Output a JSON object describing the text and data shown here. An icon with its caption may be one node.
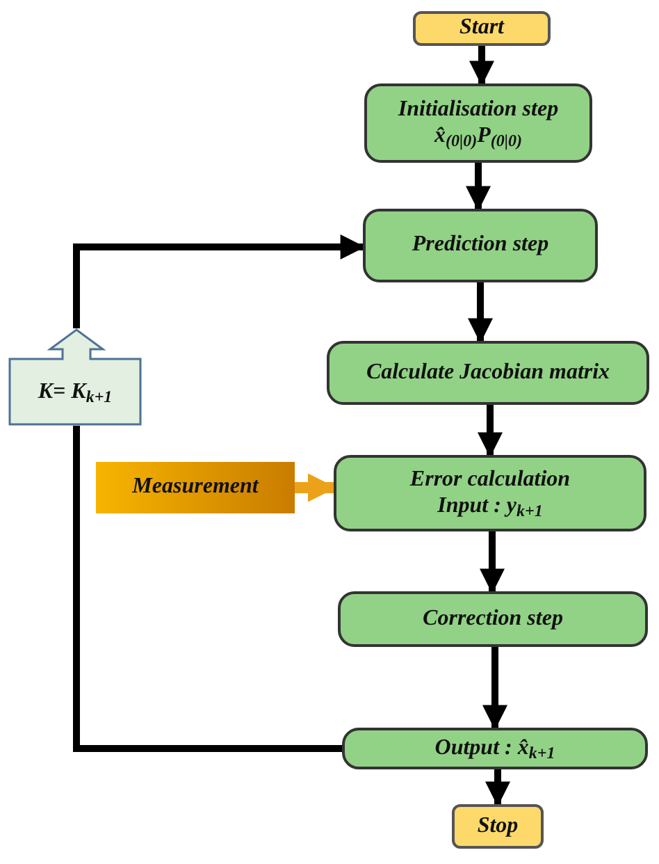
{
  "diagram": {
    "nodes": [
      {
        "text": [
          "Start"
        ]
      },
      {
        "text": [
          "Initialisation step",
          "x̂$_{(0|0)}$P$_{(0|0)}$"
        ]
      },
      {
        "text": [
          "Prediction step"
        ]
      },
      {
        "text": [
          "Calculate Jacobian matrix"
        ]
      },
      {
        "text": [
          "Error calculation",
          "Input : y$_{k+1}$"
        ]
      },
      {
        "text": [
          "Correction step"
        ]
      },
      {
        "text": [
          "Output : x̂$_{k+1}$"
        ]
      },
      {
        "text": [
          "Stop"
        ]
      },
      {
        "text": [
          "Measurement"
        ]
      },
      {
        "text": [
          "K= K$_{k+1}$"
        ]
      }
    ],
    "edges": [
      {
        "from": 0,
        "to": 1,
        "arrow": "to"
      },
      {
        "from": 1,
        "to": 2,
        "arrow": "to"
      },
      {
        "from": 2,
        "to": 3,
        "arrow": "to"
      },
      {
        "from": 3,
        "to": 4,
        "arrow": "to"
      },
      {
        "from": 4,
        "to": 5,
        "arrow": "to"
      },
      {
        "from": 5,
        "to": 6,
        "arrow": "to"
      },
      {
        "from": 6,
        "to": 7,
        "arrow": "to"
      },
      {
        "from": 8,
        "to": 4,
        "arrow": "to",
        "color": "#eba21a"
      },
      {
        "from": 6,
        "to": 9,
        "arrow": "none"
      },
      {
        "from": 9,
        "to": 2,
        "arrow": "to"
      }
    ]
  }
}
